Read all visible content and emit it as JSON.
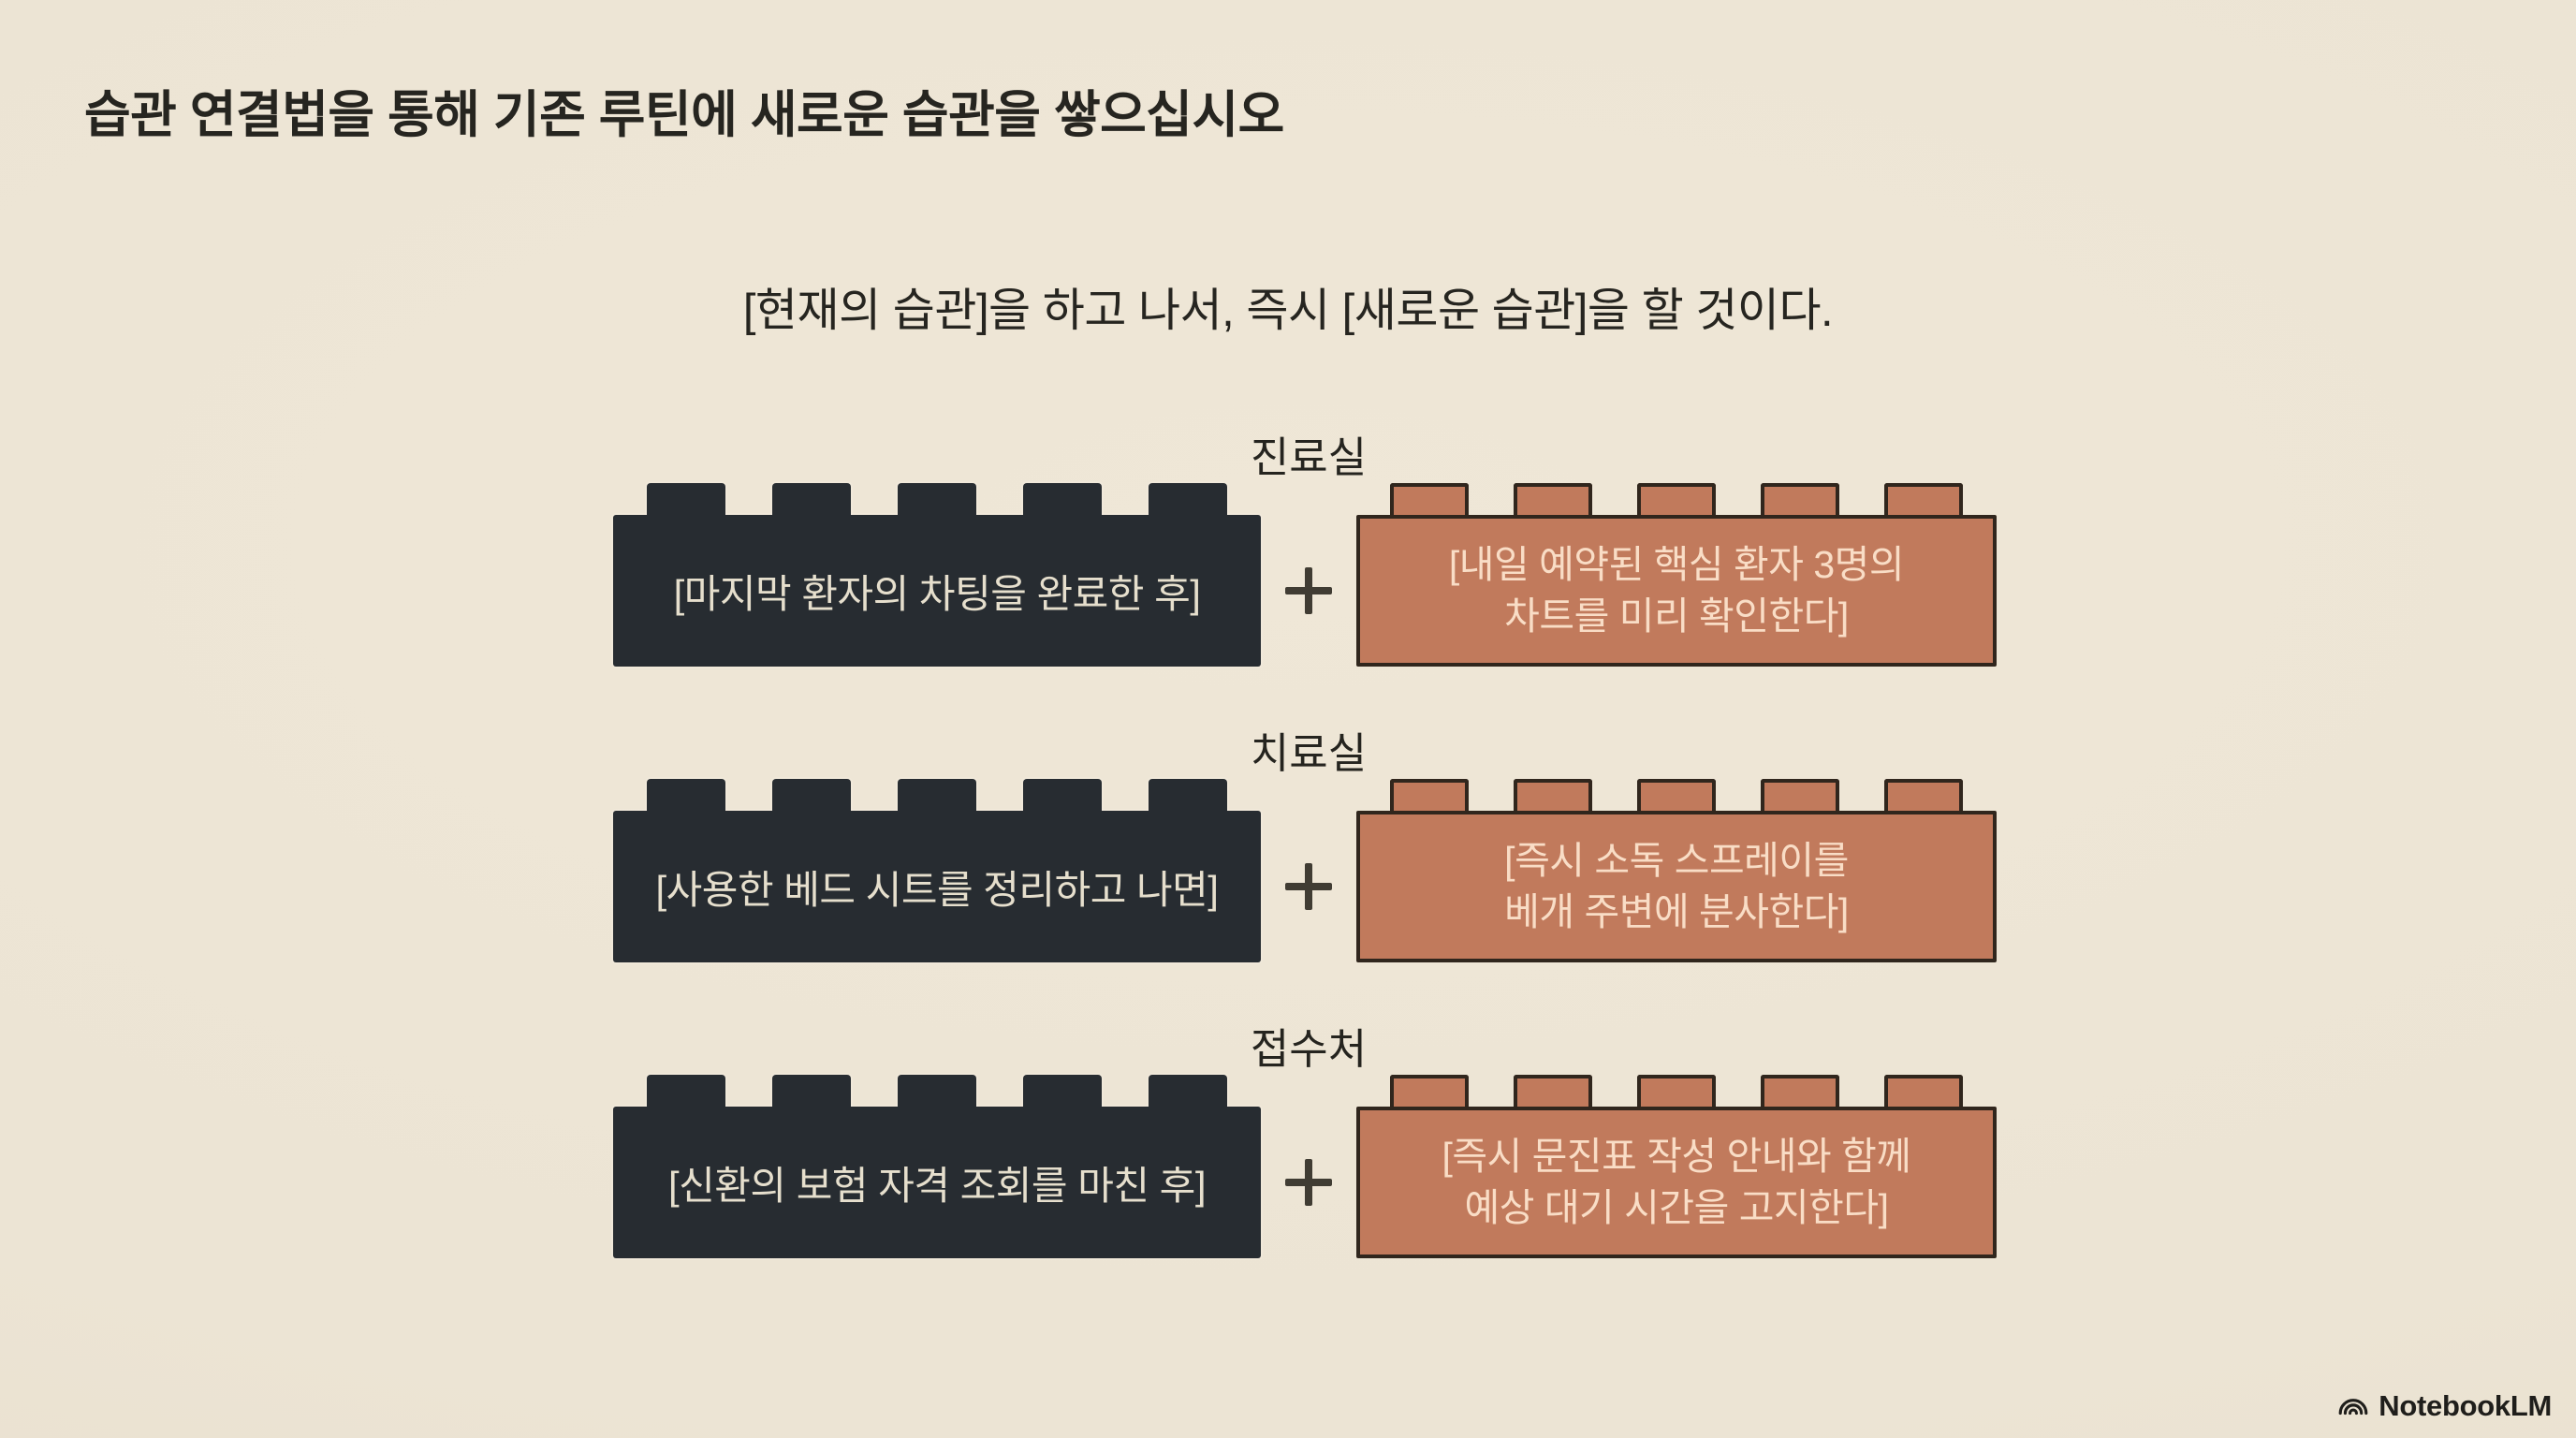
{
  "slide": {
    "title": "습관 연결법을 통해 기존 루틴에 새로운 습관을 쌓으십시오",
    "formula": "[현재의 습관]을 하고 나서, 즉시 [새로운 습관]을 할 것이다.",
    "plus_symbol": "+",
    "rows": [
      {
        "label": "진료실",
        "current_habit": "[마지막 환자의 차팅을 완료한 후]",
        "new_habit_lines": [
          "[내일 예약된 핵심 환자 3명의",
          "차트를 미리 확인한다]"
        ]
      },
      {
        "label": "치료실",
        "current_habit": "[사용한 베드 시트를 정리하고 나면]",
        "new_habit_lines": [
          "[즉시 소독 스프레이를",
          "베개 주변에 분사한다]"
        ]
      },
      {
        "label": "접수처",
        "current_habit": "[신환의 보험 자격 조회를 마친 후]",
        "new_habit_lines": [
          "[즉시 문진표 작성 안내와 함께",
          "예상 대기 시간을 고지한다]"
        ]
      }
    ],
    "branding": {
      "logo_text": "NotebookLM",
      "logo_icon": "notebooklm-arcs-icon"
    },
    "colors": {
      "background": "#ece4d4",
      "brick_dark": "#272c31",
      "brick_orange": "#c17a5c",
      "brick_outline": "#30261d",
      "heading_text": "#262520",
      "text_on_dark": "#e6dfcd",
      "text_on_orange": "#f9ddc6"
    }
  }
}
